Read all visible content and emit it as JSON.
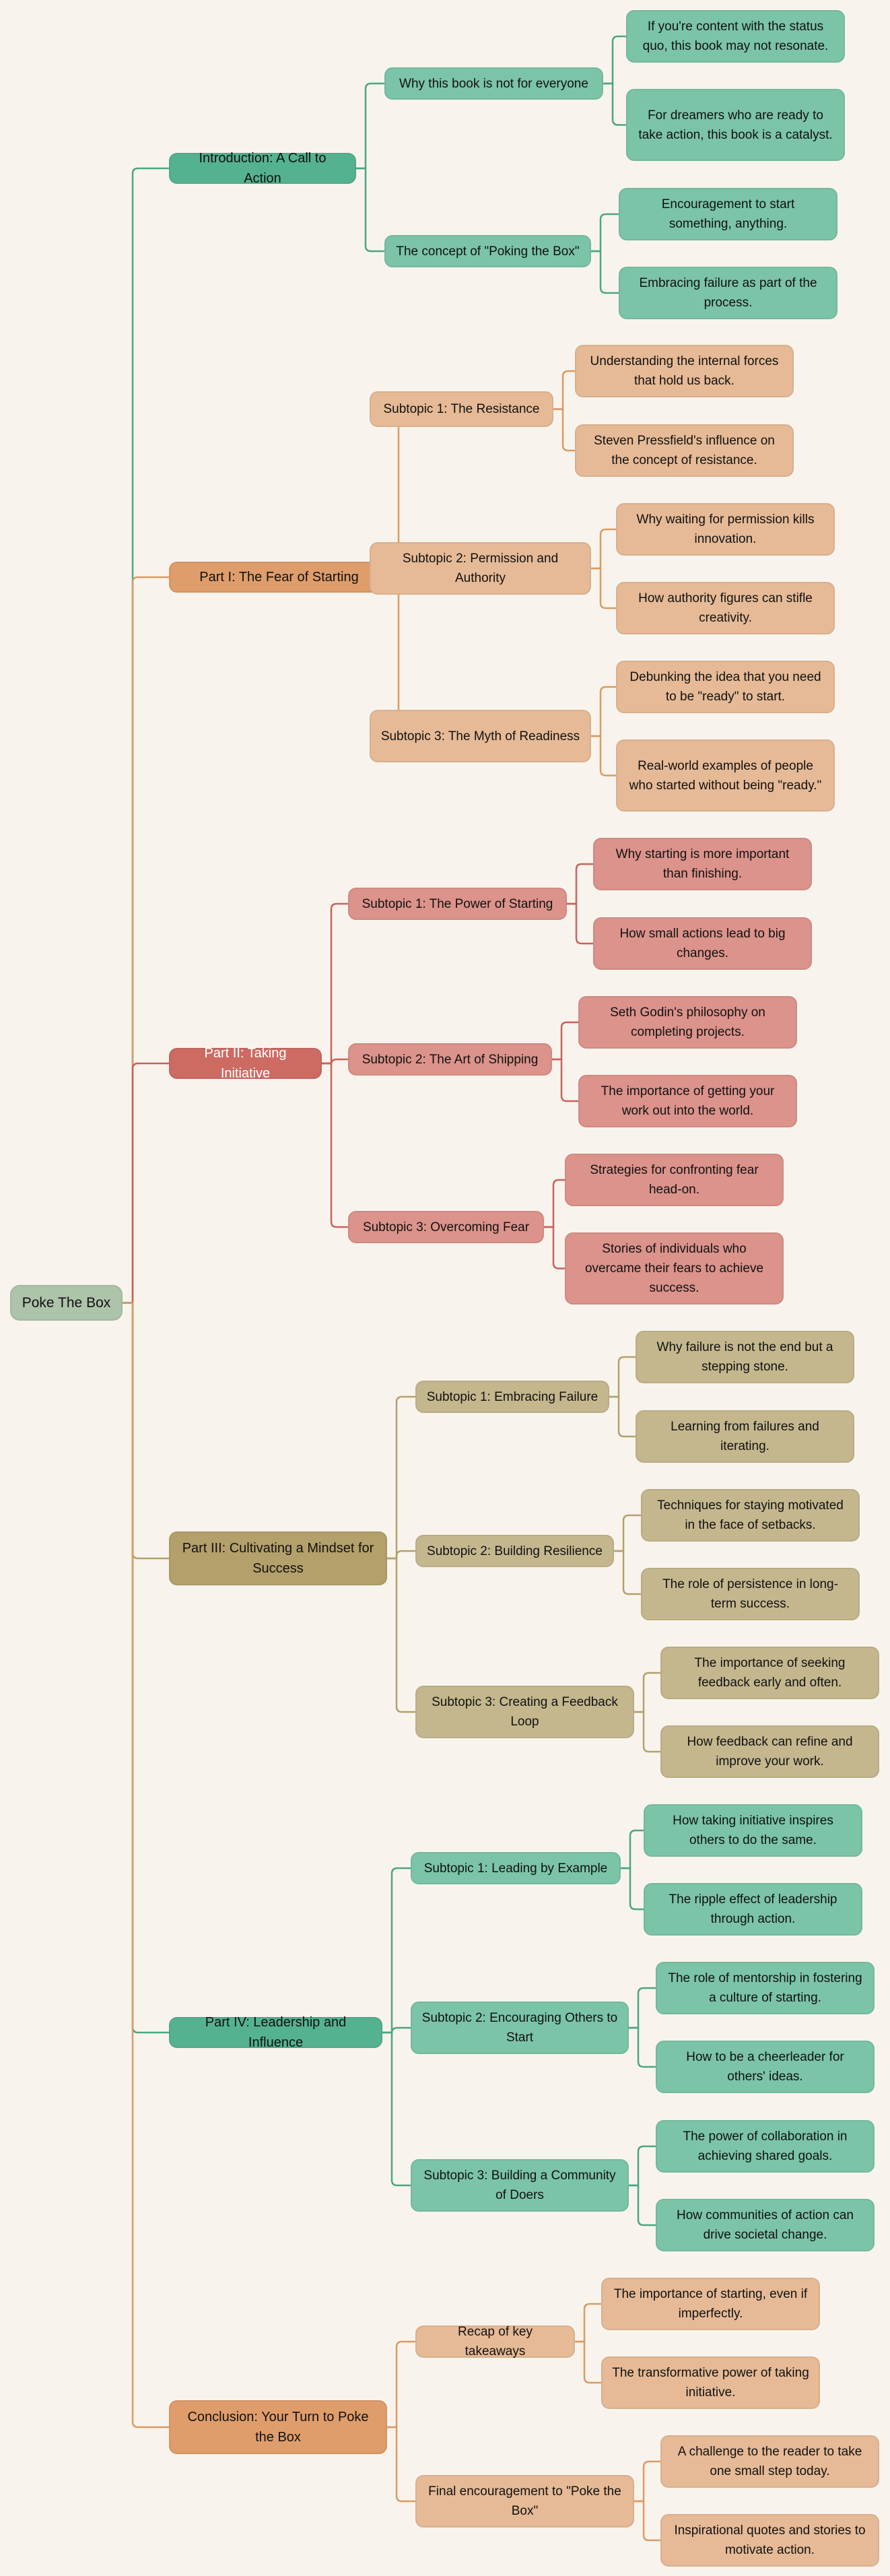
{
  "root": {
    "label": "Poke The Box",
    "color": "#adc3aa"
  },
  "branches": [
    {
      "label": "Introduction: A Call to Action",
      "color": "#55b290",
      "sub_color": "#7bc4a8",
      "line_color": "#4aa682",
      "text_color": "#111111",
      "children": [
        {
          "label": "Why this book is not for everyone",
          "children": [
            "If you're content with the status quo, this book may not resonate.",
            "For dreamers who are ready to take action, this book is a catalyst."
          ]
        },
        {
          "label": "The concept of \"Poking the Box\"",
          "children": [
            "Encouragement to start something, anything.",
            "Embracing failure as part of the process."
          ]
        }
      ]
    },
    {
      "label": "Part I: The Fear of Starting",
      "color": "#df9d6b",
      "sub_color": "#e6ba96",
      "line_color": "#dc9a62",
      "text_color": "#111111",
      "children": [
        {
          "label": "Subtopic 1: The Resistance",
          "children": [
            "Understanding the internal forces that hold us back.",
            "Steven Pressfield's influence on the concept of resistance."
          ]
        },
        {
          "label": "Subtopic 2: Permission and Authority",
          "children": [
            "Why waiting for permission kills innovation.",
            "How authority figures can stifle creativity."
          ]
        },
        {
          "label": "Subtopic 3: The Myth of Readiness",
          "children": [
            "Debunking the idea that you need to be \"ready\" to start.",
            "Real-world examples of people who started without being \"ready.\""
          ]
        }
      ]
    },
    {
      "label": "Part II: Taking Initiative",
      "color": "#cd6b63",
      "sub_color": "#db938b",
      "line_color": "#cc6158",
      "text_color": "#ffffff",
      "children": [
        {
          "label": "Subtopic 1: The Power of Starting",
          "children": [
            "Why starting is more important than finishing.",
            "How small actions lead to big changes."
          ]
        },
        {
          "label": "Subtopic 2: The Art of Shipping",
          "children": [
            "Seth Godin's philosophy on completing projects.",
            "The importance of getting your work out into the world."
          ]
        },
        {
          "label": "Subtopic 3: Overcoming Fear",
          "children": [
            "Strategies for confronting fear head-on.",
            "Stories of individuals who overcame their fears to achieve success."
          ]
        }
      ]
    },
    {
      "label": "Part III: Cultivating a Mindset for Success",
      "color": "#b3a06a",
      "sub_color": "#c4b78e",
      "line_color": "#b5a06a",
      "text_color": "#111111",
      "children": [
        {
          "label": "Subtopic 1: Embracing Failure",
          "children": [
            "Why failure is not the end but a stepping stone.",
            "Learning from failures and iterating."
          ]
        },
        {
          "label": "Subtopic 2: Building Resilience",
          "children": [
            "Techniques for staying motivated in the face of setbacks.",
            "The role of persistence in long-term success."
          ]
        },
        {
          "label": "Subtopic 3: Creating a Feedback Loop",
          "children": [
            "The importance of seeking feedback early and often.",
            "How feedback can refine and improve your work."
          ]
        }
      ]
    },
    {
      "label": "Part IV: Leadership and Influence",
      "color": "#55b290",
      "sub_color": "#7bc4a8",
      "line_color": "#4aa682",
      "text_color": "#111111",
      "children": [
        {
          "label": "Subtopic 1: Leading by Example",
          "children": [
            "How taking initiative inspires others to do the same.",
            "The ripple effect of leadership through action."
          ]
        },
        {
          "label": "Subtopic 2: Encouraging Others to Start",
          "children": [
            "The role of mentorship in fostering a culture of starting.",
            "How to be a cheerleader for others' ideas."
          ]
        },
        {
          "label": "Subtopic 3: Building a Community of Doers",
          "children": [
            "The power of collaboration in achieving shared goals.",
            "How communities of action can drive societal change."
          ]
        }
      ]
    },
    {
      "label": "Conclusion: Your Turn to Poke the Box",
      "color": "#df9d6b",
      "sub_color": "#e6ba96",
      "line_color": "#dc9a62",
      "text_color": "#111111",
      "children": [
        {
          "label": "Recap of key takeaways",
          "children": [
            "The importance of starting, even if imperfectly.",
            "The transformative power of taking initiative."
          ]
        },
        {
          "label": "Final encouragement to \"Poke the Box\"",
          "children": [
            "A challenge to the reader to take one small step today.",
            "Inspirational quotes and stories to motivate action."
          ]
        }
      ]
    }
  ]
}
